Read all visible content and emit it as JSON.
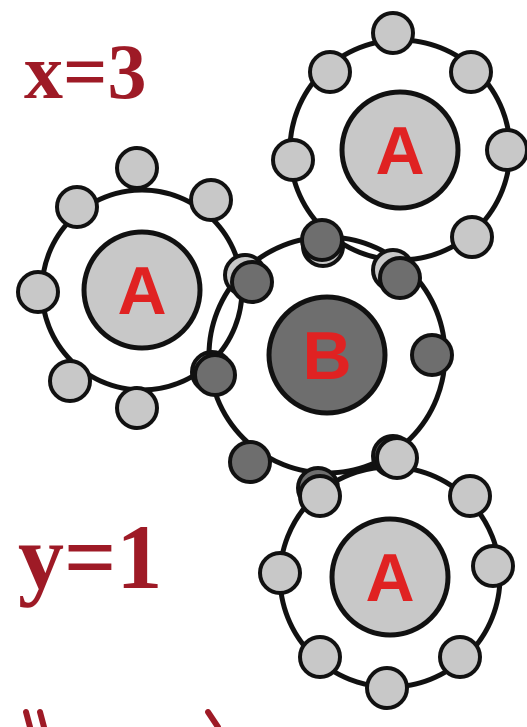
{
  "labels": {
    "x_eq": "x=3",
    "y_eq": "y=1"
  },
  "atoms": [
    {
      "id": "A1",
      "letter": "A",
      "kind": "A"
    },
    {
      "id": "A2",
      "letter": "A",
      "kind": "A"
    },
    {
      "id": "B",
      "letter": "B",
      "kind": "B"
    },
    {
      "id": "A3",
      "letter": "A",
      "kind": "A"
    }
  ],
  "colors": {
    "line": "#111111",
    "electron_light": "#c8c8c8",
    "electron_dark": "#6e6e6e",
    "nucleus_A": "#c8c8c8",
    "nucleus_B": "#6e6e6e",
    "letter": "#e02222",
    "handwriting": "#9e1a26"
  }
}
